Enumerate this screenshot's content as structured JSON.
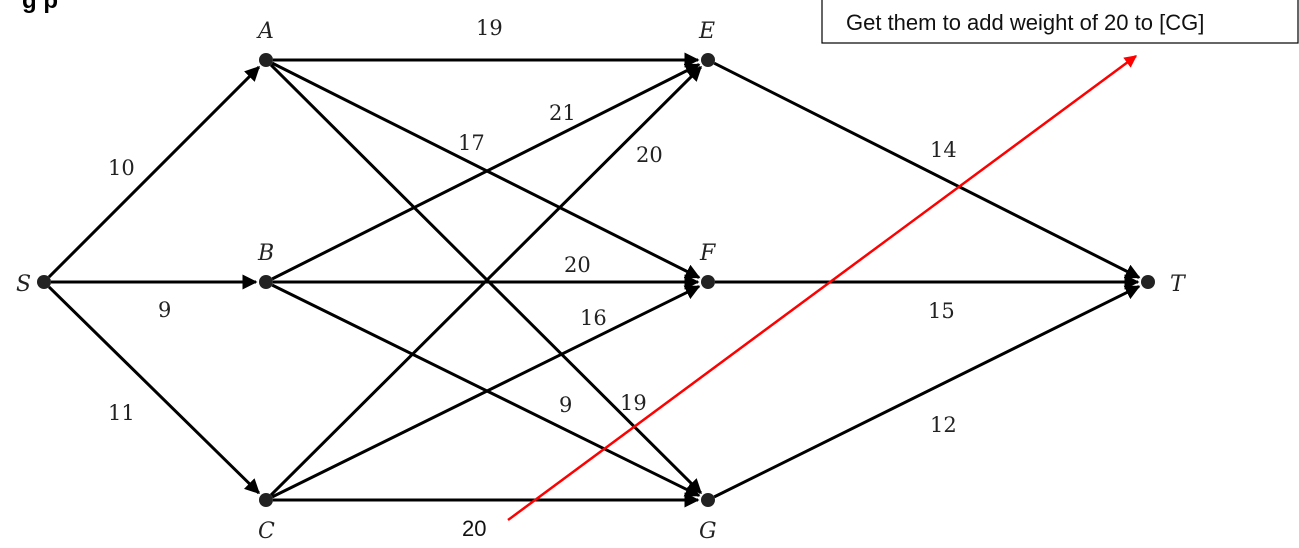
{
  "heading": {
    "visible_text": "g p"
  },
  "annotation": {
    "note": "Get them to add weight of 20 to [CG]",
    "added_weight_label": "20",
    "arrow_color": "#ff0000"
  },
  "graph": {
    "edge_color": "#000000",
    "node_color": "#222222",
    "nodes": [
      {
        "id": "S",
        "label": "S"
      },
      {
        "id": "A",
        "label": "A"
      },
      {
        "id": "B",
        "label": "B"
      },
      {
        "id": "C",
        "label": "C"
      },
      {
        "id": "E",
        "label": "E"
      },
      {
        "id": "F",
        "label": "F"
      },
      {
        "id": "G",
        "label": "G"
      },
      {
        "id": "T",
        "label": "T"
      }
    ],
    "edges": [
      {
        "from": "S",
        "to": "A",
        "weight": "10"
      },
      {
        "from": "S",
        "to": "B",
        "weight": "9"
      },
      {
        "from": "S",
        "to": "C",
        "weight": "11"
      },
      {
        "from": "A",
        "to": "E",
        "weight": "19"
      },
      {
        "from": "A",
        "to": "F",
        "weight": "17"
      },
      {
        "from": "A",
        "to": "G",
        "weight": "19"
      },
      {
        "from": "B",
        "to": "E",
        "weight": "21"
      },
      {
        "from": "B",
        "to": "F",
        "weight": "20"
      },
      {
        "from": "B",
        "to": "G",
        "weight": "9"
      },
      {
        "from": "C",
        "to": "E",
        "weight": "20"
      },
      {
        "from": "C",
        "to": "F",
        "weight": "16"
      },
      {
        "from": "C",
        "to": "G",
        "weight": ""
      },
      {
        "from": "E",
        "to": "T",
        "weight": "14"
      },
      {
        "from": "F",
        "to": "T",
        "weight": "15"
      },
      {
        "from": "G",
        "to": "T",
        "weight": "12"
      }
    ]
  }
}
